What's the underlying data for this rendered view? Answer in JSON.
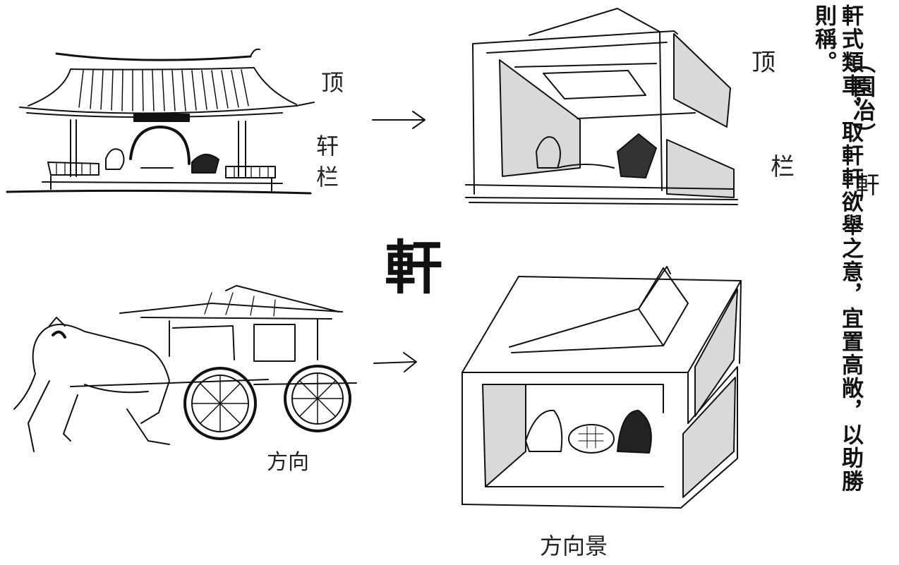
{
  "labels": {
    "top_left_roof": "顶",
    "top_left_railing_1": "轩",
    "top_left_railing_2": "栏",
    "top_right_roof": "顶",
    "top_right_railing": "栏",
    "bottom_left_direction": "方向",
    "bottom_right_direction": "方向景"
  },
  "center_glyph": "軒",
  "quote": {
    "source": "（園冶）",
    "term": "軒",
    "text": "軒式類車，取軒軒欲舉之意，宜置高敞，以助勝則稱。"
  },
  "colors": {
    "ink": "#111111",
    "shade": "#d9d9d9",
    "paper": "#ffffff"
  },
  "icons": {
    "arrow": "right-arrow-icon"
  }
}
